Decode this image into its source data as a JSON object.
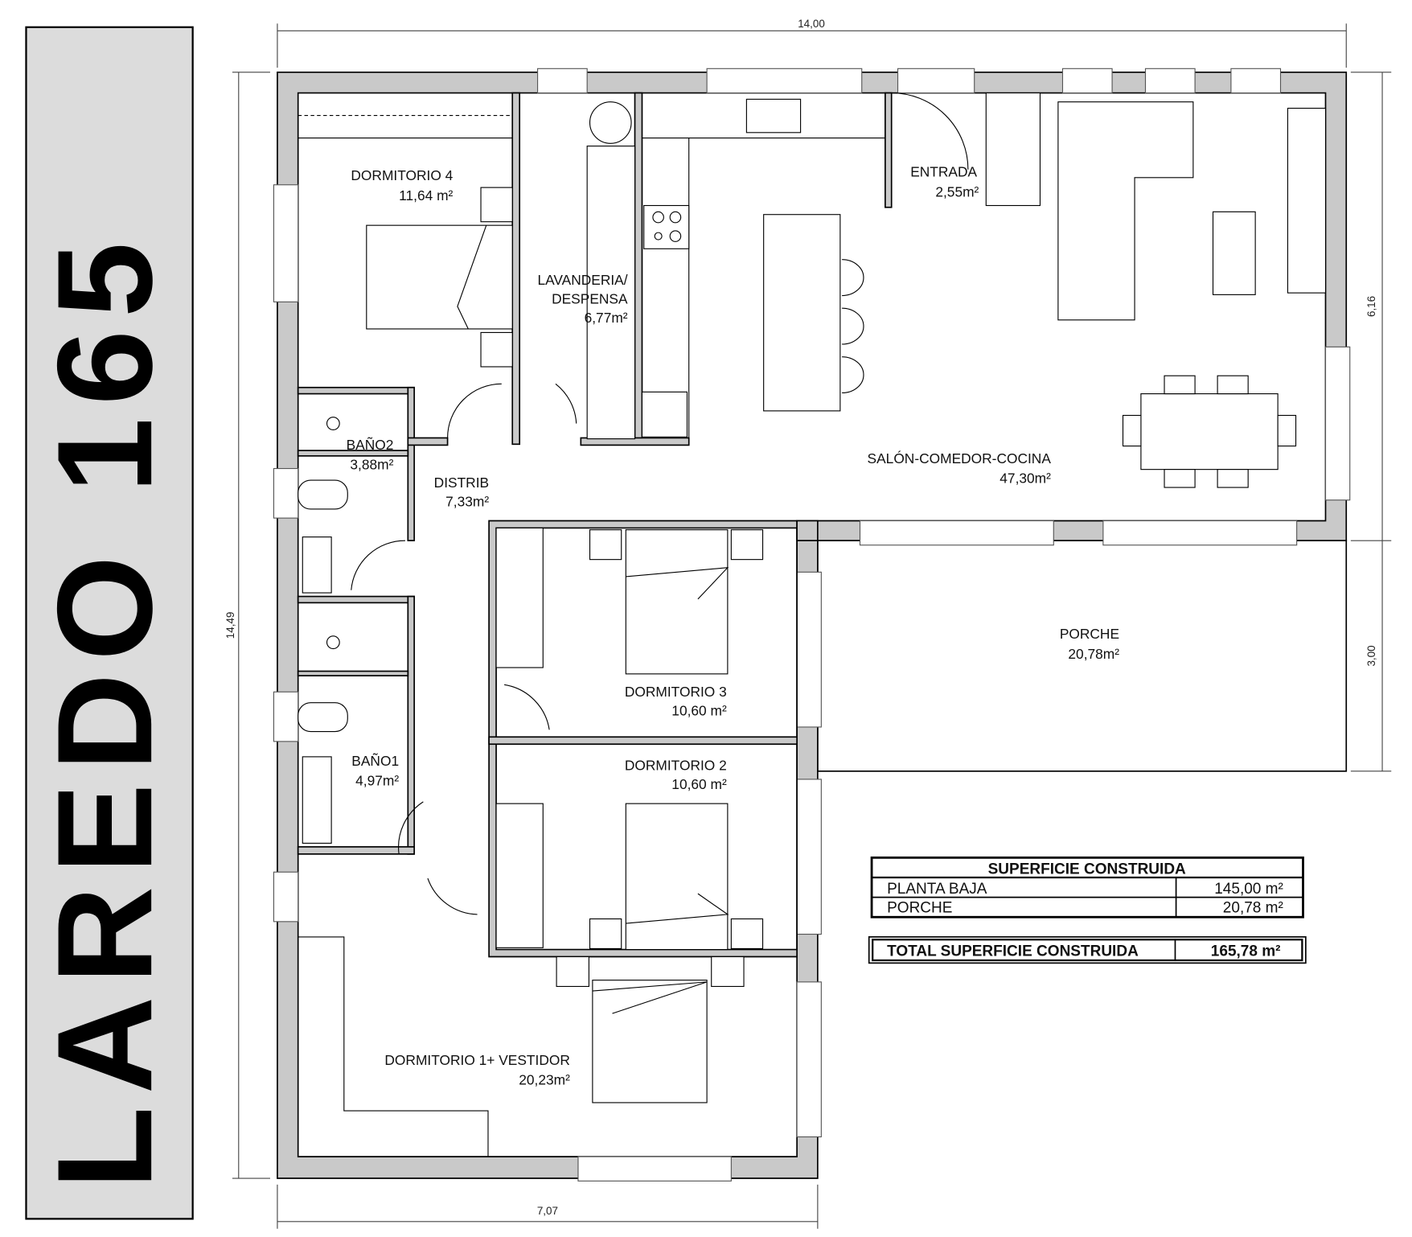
{
  "title": "LAREDO 165",
  "dimensions": {
    "top": "14,00",
    "left": "14,49",
    "bottom": "7,07",
    "right_upper": "6,16",
    "right_lower": "3,00"
  },
  "rooms": [
    {
      "name": "DORMITORIO 4",
      "area": "11,64 m²"
    },
    {
      "name": "LAVANDERIA/",
      "name2": "DESPENSA",
      "area": "6,77m²"
    },
    {
      "name": "ENTRADA",
      "area": "2,55m²"
    },
    {
      "name": "SALÓN-COMEDOR-COCINA",
      "area": "47,30m²"
    },
    {
      "name": "BAÑO2",
      "area": "3,88m²"
    },
    {
      "name": "DISTRIB",
      "area": "7,33m²"
    },
    {
      "name": "PORCHE",
      "area": "20,78m²"
    },
    {
      "name": "DORMITORIO 3",
      "area": "10,60 m²"
    },
    {
      "name": "DORMITORIO 2",
      "area": "10,60 m²"
    },
    {
      "name": "BAÑO1",
      "area": "4,97m²"
    },
    {
      "name": "DORMITORIO 1+ VESTIDOR",
      "area": "20,23m²"
    }
  ],
  "surface_table": {
    "header": "SUPERFICIE CONSTRUIDA",
    "rows": [
      {
        "label": "PLANTA BAJA",
        "value": "145,00 m²"
      },
      {
        "label": "PORCHE",
        "value": "20,78 m²"
      }
    ],
    "total_label": "TOTAL SUPERFICIE CONSTRUIDA",
    "total_value": "165,78 m²"
  }
}
